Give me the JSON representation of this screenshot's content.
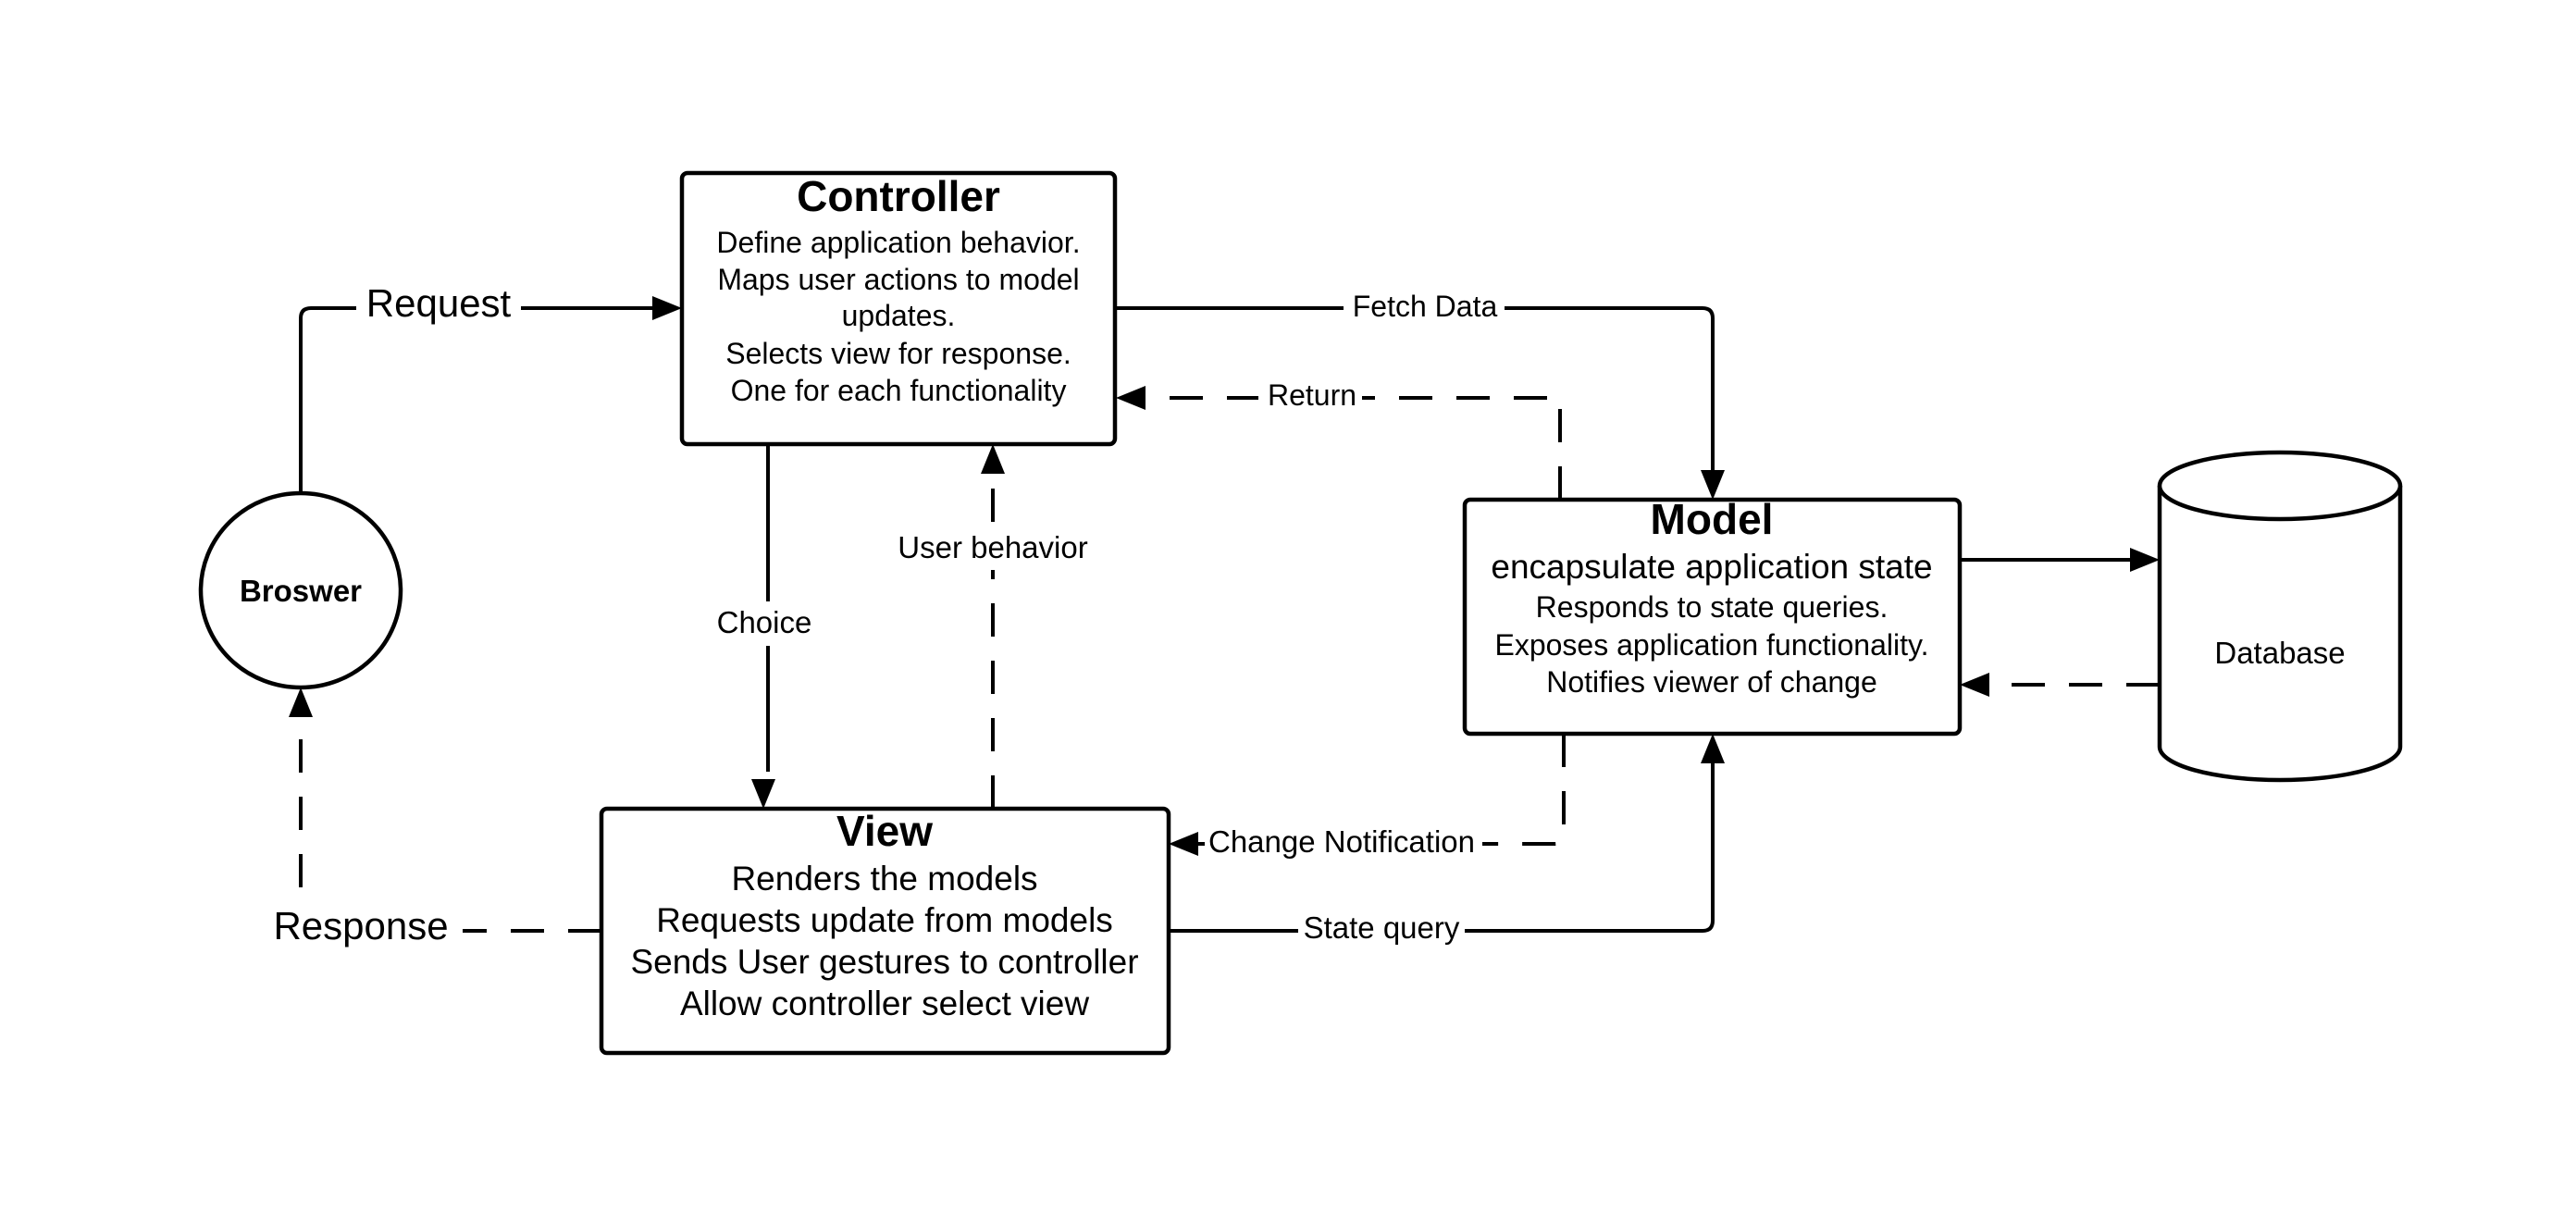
{
  "nodes": {
    "browser": {
      "label": "Broswer"
    },
    "controller": {
      "title": "Controller",
      "lines": [
        "Define application behavior.",
        "Maps user actions to model",
        "updates.",
        "Selects view for response.",
        "One for each functionality"
      ]
    },
    "view": {
      "title": "View",
      "lines": [
        "Renders the models",
        "Requests update from models",
        "Sends User gestures to controller",
        "Allow controller select view"
      ]
    },
    "model": {
      "title": "Model",
      "subtitle": "encapsulate application state",
      "lines": [
        "Responds to state queries.",
        "Exposes application functionality.",
        "Notifies viewer of change"
      ]
    },
    "database": {
      "label": "Database"
    }
  },
  "edges": {
    "request": "Request",
    "response": "Response",
    "fetch_data": "Fetch Data",
    "return": "Return",
    "choice": "Choice",
    "user_behavior": "User behavior",
    "change_notification": "Change Notification",
    "state_query": "State query"
  },
  "colors": {
    "stroke": "#000000",
    "fill": "#ffffff",
    "text": "#000000"
  }
}
